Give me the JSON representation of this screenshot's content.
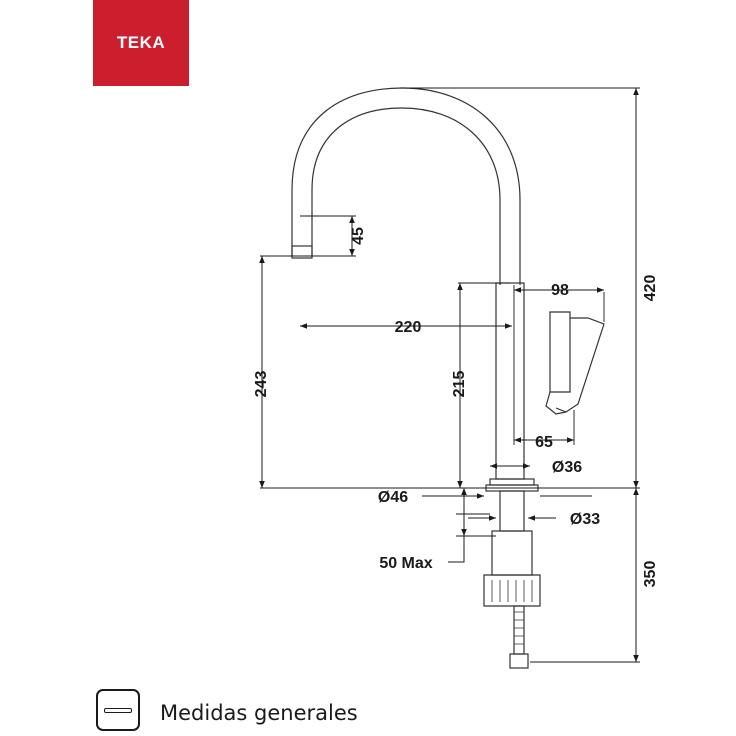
{
  "brand": {
    "name": "TEKA",
    "color": "#cc1f2d"
  },
  "dimensions": {
    "spout_height": "45",
    "spout_reach": "220",
    "handle_width": "98",
    "total_height": "420",
    "aerator_height": "243",
    "body_height": "215",
    "handle_offset": "65",
    "body_diameter": "Ø36",
    "base_diameter": "Ø46",
    "shank_diameter": "Ø33",
    "max_counter_thickness": "50 Max",
    "under_counter_length": "350"
  },
  "footer": {
    "caption": "Medidas generales",
    "icon": "measure-icon"
  }
}
